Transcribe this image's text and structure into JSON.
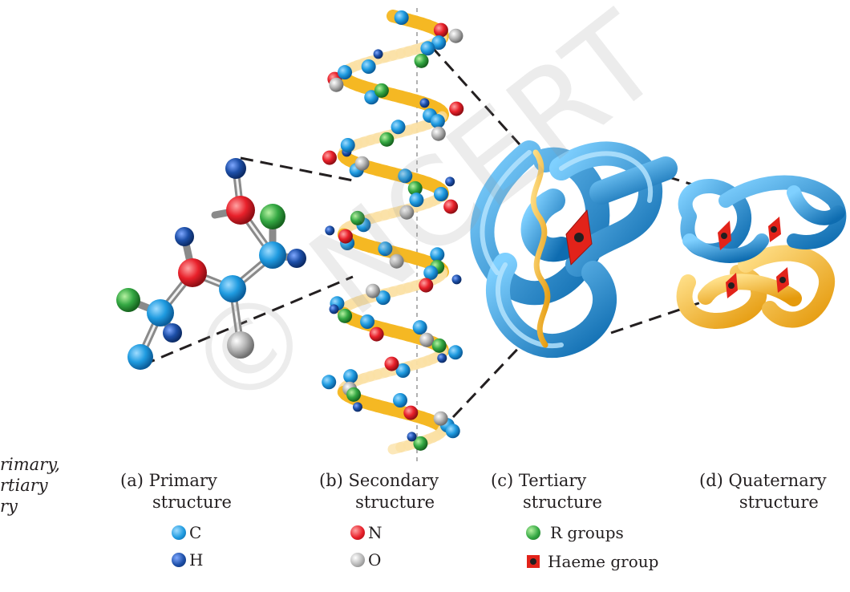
{
  "side_caption": {
    "line1": "rimary,",
    "line2": "rtiary",
    "line3": "ry"
  },
  "panels": [
    {
      "tag": "(a) Primary",
      "sub": "structure"
    },
    {
      "tag": "(b) Secondary",
      "sub": "structure"
    },
    {
      "tag": "(c) Tertiary",
      "sub": "structure"
    },
    {
      "tag": "(d) Quaternary",
      "sub": "structure"
    }
  ],
  "legend": {
    "c": {
      "label": "C",
      "color": "#1f9be0"
    },
    "h": {
      "label": "H",
      "color": "#1d4fa8"
    },
    "n": {
      "label": "N",
      "color": "#e8202a"
    },
    "o": {
      "label": "O",
      "color": "#b4b4b4"
    },
    "r": {
      "label": "R groups",
      "color": "#34a843"
    },
    "haeme": {
      "label": "Haeme group",
      "color": "#e2231a"
    }
  },
  "colors": {
    "helix_ribbon": "#f5b823",
    "tertiary_tube": "#1f9be0",
    "quaternary_second": "#f5b823"
  }
}
